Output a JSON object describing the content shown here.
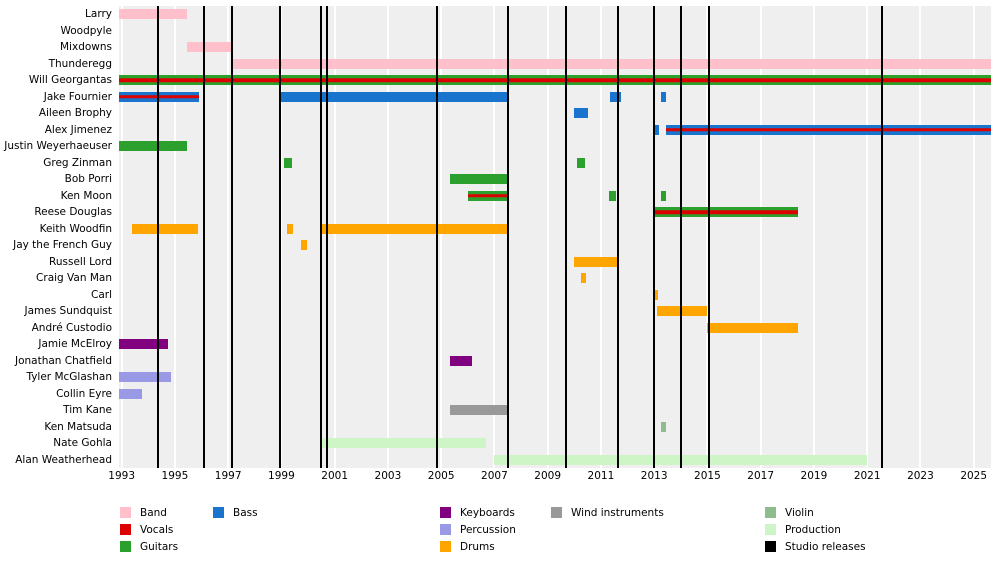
{
  "chart_data": {
    "type": "timeline",
    "title": "",
    "x_axis": {
      "min": 1992.9,
      "max": 2025.65,
      "ticks": [
        1993,
        1995,
        1997,
        1999,
        2001,
        2003,
        2005,
        2007,
        2009,
        2011,
        2013,
        2015,
        2017,
        2019,
        2021,
        2023,
        2025
      ]
    },
    "release_years": [
      1994.35,
      1996.1,
      1997.15,
      1998.95,
      2000.5,
      2000.7,
      2004.85,
      2007.5,
      2009.7,
      2011.65,
      2013.0,
      2014.0,
      2015.05,
      2021.55
    ],
    "rows": [
      {
        "label": "Larry",
        "segments": [
          {
            "start": 1992.9,
            "end": 1995.45,
            "roles": [
              "band"
            ]
          }
        ]
      },
      {
        "label": "Woodpyle",
        "segments": []
      },
      {
        "label": "Mixdowns",
        "segments": [
          {
            "start": 1995.45,
            "end": 1997.1,
            "roles": [
              "band"
            ]
          }
        ]
      },
      {
        "label": "Thunderegg",
        "segments": [
          {
            "start": 1997.1,
            "end": 2025.65,
            "roles": [
              "band"
            ]
          }
        ]
      },
      {
        "label": "Will Georgantas",
        "segments": [
          {
            "start": 1992.9,
            "end": 2025.65,
            "roles": [
              "guitars",
              "vocals"
            ]
          }
        ]
      },
      {
        "label": "Jake Fournier",
        "segments": [
          {
            "start": 1992.9,
            "end": 1995.9,
            "roles": [
              "bass",
              "vocals"
            ]
          },
          {
            "start": 1999.0,
            "end": 2007.5,
            "roles": [
              "bass"
            ]
          },
          {
            "start": 2011.35,
            "end": 2011.75,
            "roles": [
              "bass"
            ]
          },
          {
            "start": 2013.25,
            "end": 2013.45,
            "roles": [
              "bass"
            ]
          }
        ]
      },
      {
        "label": "Aileen Brophy",
        "segments": [
          {
            "start": 2010.0,
            "end": 2010.5,
            "roles": [
              "bass"
            ]
          }
        ]
      },
      {
        "label": "Alex Jimenez",
        "segments": [
          {
            "start": 2013.0,
            "end": 2013.2,
            "roles": [
              "bass"
            ]
          },
          {
            "start": 2013.45,
            "end": 2025.65,
            "roles": [
              "bass",
              "vocals"
            ]
          }
        ]
      },
      {
        "label": "Justin Weyerhaeuser",
        "segments": [
          {
            "start": 1992.9,
            "end": 1995.45,
            "roles": [
              "guitars"
            ]
          }
        ]
      },
      {
        "label": "Greg Zinman",
        "segments": [
          {
            "start": 1999.1,
            "end": 1999.4,
            "roles": [
              "guitars"
            ]
          },
          {
            "start": 2010.1,
            "end": 2010.4,
            "roles": [
              "guitars"
            ]
          }
        ]
      },
      {
        "label": "Bob Porri",
        "segments": [
          {
            "start": 2005.35,
            "end": 2007.5,
            "roles": [
              "guitars"
            ]
          }
        ]
      },
      {
        "label": "Ken Moon",
        "segments": [
          {
            "start": 2006.0,
            "end": 2007.5,
            "roles": [
              "guitars",
              "vocals"
            ]
          },
          {
            "start": 2011.3,
            "end": 2011.55,
            "roles": [
              "guitars"
            ]
          },
          {
            "start": 2013.25,
            "end": 2013.45,
            "roles": [
              "guitars"
            ]
          }
        ]
      },
      {
        "label": "Reese Douglas",
        "segments": [
          {
            "start": 2013.0,
            "end": 2018.4,
            "roles": [
              "guitars",
              "vocals"
            ]
          }
        ]
      },
      {
        "label": "Keith Woodfin",
        "segments": [
          {
            "start": 1993.4,
            "end": 1995.85,
            "roles": [
              "drums"
            ]
          },
          {
            "start": 1999.2,
            "end": 1999.45,
            "roles": [
              "drums"
            ]
          },
          {
            "start": 2000.45,
            "end": 2007.5,
            "roles": [
              "drums"
            ]
          }
        ]
      },
      {
        "label": "Jay the French Guy",
        "segments": [
          {
            "start": 1999.75,
            "end": 1999.95,
            "roles": [
              "drums"
            ]
          }
        ]
      },
      {
        "label": "Russell Lord",
        "segments": [
          {
            "start": 2010.0,
            "end": 2011.6,
            "roles": [
              "drums"
            ]
          }
        ]
      },
      {
        "label": "Craig Van Man",
        "segments": [
          {
            "start": 2010.25,
            "end": 2010.45,
            "roles": [
              "drums"
            ]
          }
        ]
      },
      {
        "label": "Carl",
        "segments": [
          {
            "start": 2012.95,
            "end": 2013.15,
            "roles": [
              "drums"
            ]
          }
        ]
      },
      {
        "label": "James Sundquist",
        "segments": [
          {
            "start": 2013.1,
            "end": 2015.0,
            "roles": [
              "drums"
            ]
          }
        ]
      },
      {
        "label": "André Custodio",
        "segments": [
          {
            "start": 2015.0,
            "end": 2018.4,
            "roles": [
              "drums"
            ]
          }
        ]
      },
      {
        "label": "Jamie McElroy",
        "segments": [
          {
            "start": 1992.9,
            "end": 1994.75,
            "roles": [
              "keyboards"
            ]
          }
        ]
      },
      {
        "label": "Jonathan Chatfield",
        "segments": [
          {
            "start": 2005.35,
            "end": 2006.15,
            "roles": [
              "keyboards"
            ]
          }
        ]
      },
      {
        "label": "Tyler McGlashan",
        "segments": [
          {
            "start": 1992.9,
            "end": 1994.85,
            "roles": [
              "percussion"
            ]
          }
        ]
      },
      {
        "label": "Collin Eyre",
        "segments": [
          {
            "start": 1992.9,
            "end": 1993.75,
            "roles": [
              "percussion"
            ]
          }
        ]
      },
      {
        "label": "Tim Kane",
        "segments": [
          {
            "start": 2005.35,
            "end": 2007.5,
            "roles": [
              "wind"
            ]
          }
        ]
      },
      {
        "label": "Ken Matsuda",
        "segments": [
          {
            "start": 2013.25,
            "end": 2013.45,
            "roles": [
              "violin"
            ]
          }
        ]
      },
      {
        "label": "Nate Gohla",
        "segments": [
          {
            "start": 2000.45,
            "end": 2006.7,
            "roles": [
              "production"
            ]
          }
        ]
      },
      {
        "label": "Alan Weatherhead",
        "segments": [
          {
            "start": 2007.0,
            "end": 2021.0,
            "roles": [
              "production"
            ]
          }
        ]
      }
    ],
    "colors": {
      "band": "#ffc0cb",
      "vocals": "#dd0000",
      "guitars": "#2ca02c",
      "bass": "#1874cd",
      "keyboards": "#800080",
      "percussion": "#9999e6",
      "drums": "#ffa500",
      "wind": "#999999",
      "violin": "#8fbc8f",
      "production": "#cdf5c6",
      "releases": "#000000",
      "plot_background": "#efefef",
      "gridline": "#ffffff"
    },
    "legend": {
      "columns": [
        {
          "items": [
            {
              "role": "band",
              "label": "Band"
            },
            {
              "role": "vocals",
              "label": "Vocals"
            },
            {
              "role": "guitars",
              "label": "Guitars"
            }
          ]
        },
        {
          "items": [
            {
              "role": "bass",
              "label": "Bass"
            }
          ]
        },
        {
          "items": [
            {
              "role": "keyboards",
              "label": "Keyboards"
            },
            {
              "role": "percussion",
              "label": "Percussion"
            },
            {
              "role": "drums",
              "label": "Drums"
            }
          ]
        },
        {
          "items": [
            {
              "role": "wind",
              "label": "Wind instruments"
            }
          ]
        },
        {
          "items": [
            {
              "role": "violin",
              "label": "Violin"
            },
            {
              "role": "production",
              "label": "Production"
            },
            {
              "role": "releases",
              "label": "Studio releases"
            }
          ]
        }
      ]
    }
  }
}
